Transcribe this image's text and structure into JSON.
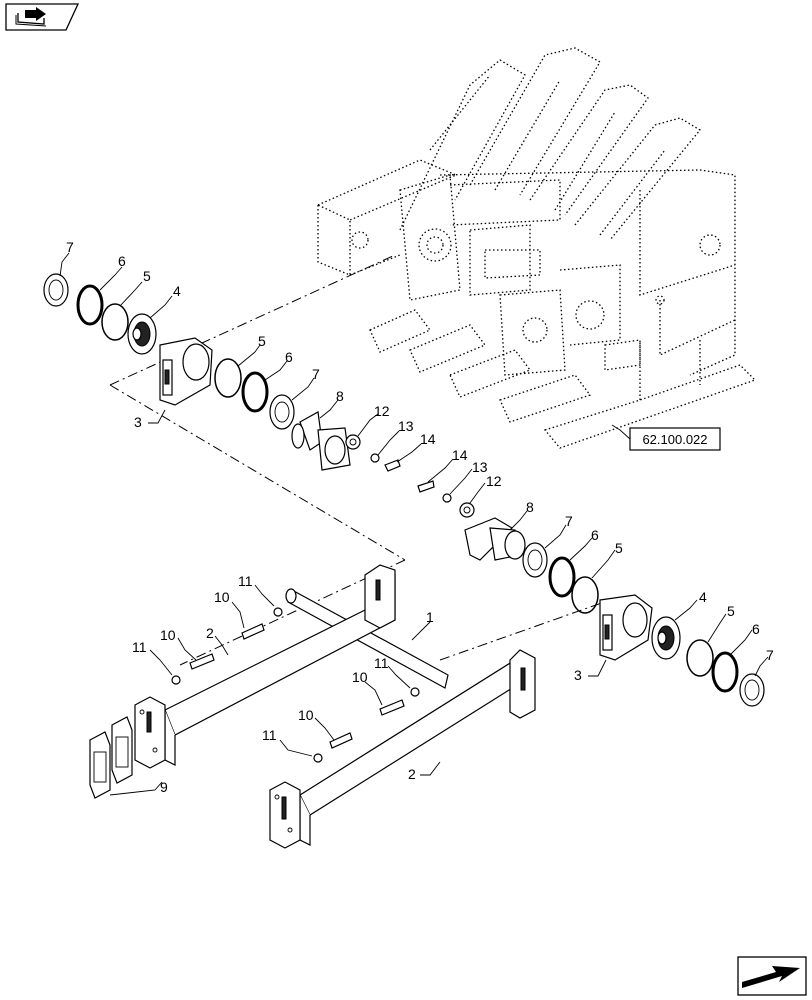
{
  "nav": {
    "prev_icon": "book-arrow-icon",
    "next_icon": "next-arrow-icon"
  },
  "reference": {
    "label": "62.100.022"
  },
  "callouts": [
    "1",
    "2",
    "2",
    "3",
    "3",
    "4",
    "4",
    "5",
    "5",
    "5",
    "5",
    "6",
    "6",
    "6",
    "6",
    "7",
    "7",
    "7",
    "7",
    "8",
    "8",
    "9",
    "10",
    "10",
    "10",
    "10",
    "11",
    "11",
    "11",
    "11",
    "12",
    "12",
    "13",
    "13",
    "14",
    "14"
  ]
}
